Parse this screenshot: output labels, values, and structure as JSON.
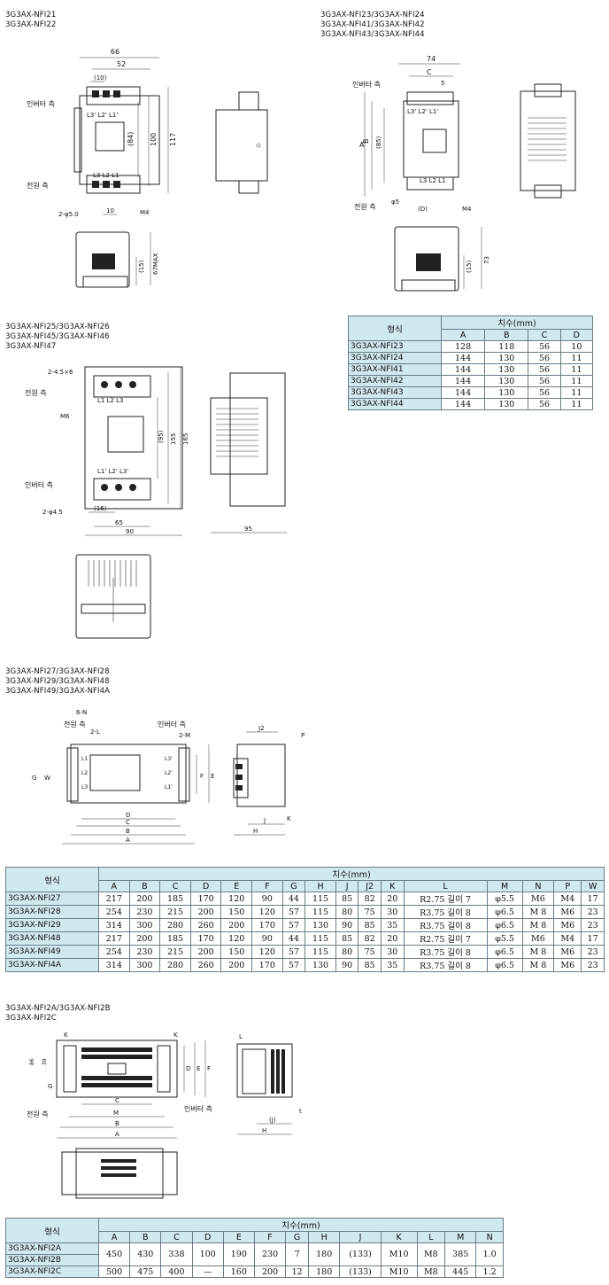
{
  "sections": {
    "s1": {
      "titles": [
        "3G3AX-NFI21",
        "3G3AX-NFI22"
      ],
      "labels": {
        "inverter_side": "인버터 측",
        "power_side": "전원 측"
      },
      "dims": {
        "w66": "66",
        "w52": "52",
        "p10": "(10)",
        "h84": "(84)",
        "h100": "100",
        "h117": "117",
        "p10b": "10",
        "m4": "M4",
        "hole": "2-φ5.0",
        "t15": "(15)",
        "t67": "67MAX"
      },
      "terminals_top": "L3' L2' L1'",
      "terminals_bottom": "L3 L2 L1"
    },
    "s2": {
      "titles": [
        "3G3AX-NFI23/3G3AX-NFI24",
        "3G3AX-NFI41/3G3AX-NFI42",
        "3G3AX-NFI43/3G3AX-NFI44"
      ],
      "labels": {
        "inverter_side": "인버터 측",
        "power_side": "전원 측"
      },
      "dims": {
        "w74": "74",
        "c": "C",
        "five": "5",
        "a": "A",
        "b": "B",
        "p85": "(85)",
        "d": "(D)",
        "m4": "M4",
        "hole": "φ5",
        "t15": "(15)",
        "h73": "73"
      },
      "terminals_top": "L3' L2' L1'",
      "terminals_bottom": "L3 L2 L1"
    },
    "s3": {
      "titles": [
        "3G3AX-NFI25/3G3AX-NFI26",
        "3G3AX-NFI45/3G3AX-NFI46",
        "3G3AX-NFI47"
      ],
      "labels": {
        "inverter_side": "인버터 측",
        "power_side": "전원 측"
      },
      "dims": {
        "slot": "2-4.5×6",
        "m6": "M6",
        "p95": "(95)",
        "h155": "155",
        "h165": "165",
        "p16": "(16)",
        "w65": "65",
        "w90": "90",
        "hole": "2-φ4.5",
        "d95": "95"
      },
      "terminals_top": "L1  L2  L3",
      "terminals_bottom": "L1'  L2'  L3'"
    },
    "s4": {
      "titles": [
        "3G3AX-NFI27/3G3AX-NFI28",
        "3G3AX-NFI29/3G3AX-NFI48",
        "3G3AX-NFI49/3G3AX-NFI4A"
      ],
      "labels": {
        "inverter_side": "인버터 측",
        "power_side": "전원 측"
      },
      "dims": {
        "n6": "6-N",
        "l2": "2-L",
        "m2": "2-M",
        "j2": "J2",
        "p": "P",
        "g": "G",
        "w": "W",
        "f": "F",
        "e": "E",
        "d": "D",
        "c": "C",
        "b": "B",
        "a": "A",
        "k": "K",
        "j": "J",
        "h": "H"
      },
      "terminals_left": [
        "L1",
        "L2",
        "L3"
      ],
      "terminals_right": [
        "L3'",
        "L2'",
        "L1'"
      ]
    },
    "s5": {
      "titles": [
        "3G3AX-NFI2A/3G3AX-NFI2B",
        "3G3AX-NFI2C"
      ],
      "labels": {
        "inverter_side": "인버터 측",
        "power_side": "전원 측"
      },
      "dims": {
        "k": "K",
        "h86": "86",
        "h39": "39",
        "g": "G",
        "c": "C",
        "m": "M",
        "b": "B",
        "a": "A",
        "d": "D",
        "e": "E",
        "f": "F",
        "l": "L",
        "j": "(J)",
        "h": "H",
        "t": "t"
      }
    }
  },
  "table1": {
    "model_header": "형식",
    "dim_header": "치수(mm)",
    "columns": [
      "A",
      "B",
      "C",
      "D"
    ],
    "rows": [
      {
        "model": "3G3AX-NFI23",
        "vals": [
          "128",
          "118",
          "56",
          "10"
        ]
      },
      {
        "model": "3G3AX-NFI24",
        "vals": [
          "144",
          "130",
          "56",
          "11"
        ]
      },
      {
        "model": "3G3AX-NFI41",
        "vals": [
          "144",
          "130",
          "56",
          "11"
        ]
      },
      {
        "model": "3G3AX-NFI42",
        "vals": [
          "144",
          "130",
          "56",
          "11"
        ]
      },
      {
        "model": "3G3AX-NFI43",
        "vals": [
          "144",
          "130",
          "56",
          "11"
        ]
      },
      {
        "model": "3G3AX-NFI44",
        "vals": [
          "144",
          "130",
          "56",
          "11"
        ]
      }
    ]
  },
  "table2": {
    "model_header": "형식",
    "dim_header": "치수(mm)",
    "columns": [
      "A",
      "B",
      "C",
      "D",
      "E",
      "F",
      "G",
      "H",
      "J",
      "J2",
      "K",
      "L",
      "M",
      "N",
      "P",
      "W"
    ],
    "rows": [
      {
        "model": "3G3AX-NFI27",
        "vals": [
          "217",
          "200",
          "185",
          "170",
          "120",
          "90",
          "44",
          "115",
          "85",
          "82",
          "20",
          "R2.75 길이 7",
          "φ5.5",
          "M6",
          "M4",
          "17"
        ]
      },
      {
        "model": "3G3AX-NFI28",
        "vals": [
          "254",
          "230",
          "215",
          "200",
          "150",
          "120",
          "57",
          "115",
          "80",
          "75",
          "30",
          "R3.75 길이 8",
          "φ6.5",
          "M 8",
          "M6",
          "23"
        ]
      },
      {
        "model": "3G3AX-NFI29",
        "vals": [
          "314",
          "300",
          "280",
          "260",
          "200",
          "170",
          "57",
          "130",
          "90",
          "85",
          "35",
          "R3.75 길이 8",
          "φ6.5",
          "M 8",
          "M6",
          "23"
        ]
      },
      {
        "model": "3G3AX-NFI48",
        "vals": [
          "217",
          "200",
          "185",
          "170",
          "120",
          "90",
          "44",
          "115",
          "85",
          "82",
          "20",
          "R2.75 길이 7",
          "φ5.5",
          "M6",
          "M4",
          "17"
        ]
      },
      {
        "model": "3G3AX-NFI49",
        "vals": [
          "254",
          "230",
          "215",
          "200",
          "150",
          "120",
          "57",
          "115",
          "80",
          "75",
          "30",
          "R3.75 길이 8",
          "φ6.5",
          "M 8",
          "M6",
          "23"
        ]
      },
      {
        "model": "3G3AX-NFI4A",
        "vals": [
          "314",
          "300",
          "280",
          "260",
          "200",
          "170",
          "57",
          "130",
          "90",
          "85",
          "35",
          "R3.75 길이 8",
          "φ6.5",
          "M 8",
          "M6",
          "23"
        ]
      }
    ]
  },
  "table3": {
    "model_header": "형식",
    "dim_header": "치수(mm)",
    "columns": [
      "A",
      "B",
      "C",
      "D",
      "E",
      "F",
      "G",
      "H",
      "J",
      "K",
      "L",
      "M",
      "N"
    ],
    "models": [
      "3G3AX-NFI2A",
      "3G3AX-NFI2B",
      "3G3AX-NFI2C"
    ],
    "row_ab": [
      "450",
      "430",
      "338",
      "100",
      "190",
      "230",
      "7",
      "180",
      "(133)",
      "M10",
      "M8",
      "385",
      "1.0"
    ],
    "row_c": [
      "500",
      "475",
      "400",
      "—",
      "160",
      "200",
      "12",
      "180",
      "(133)",
      "M10",
      "M8",
      "445",
      "1.2"
    ]
  }
}
